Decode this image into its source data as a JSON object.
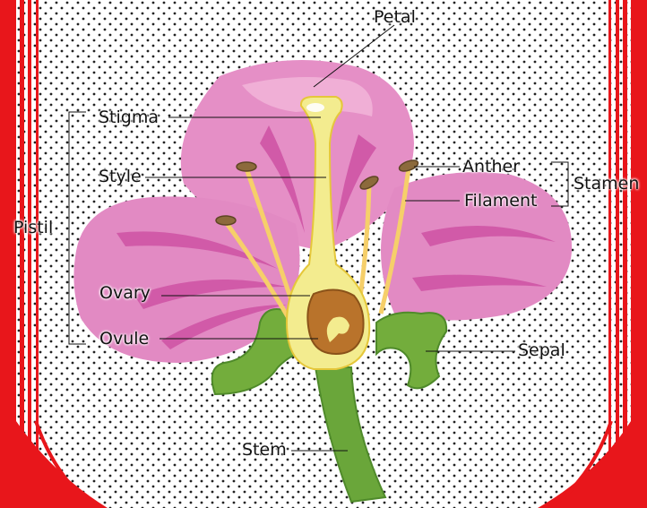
{
  "diagram": {
    "labels": {
      "petal": "Petal",
      "stigma": "Stigma",
      "style": "Style",
      "pistil": "Pistil",
      "ovary": "Ovary",
      "ovule": "Ovule",
      "anther": "Anther",
      "filament": "Filament",
      "stamen": "Stamen",
      "sepal": "Sepal",
      "stem": "Stem"
    },
    "colors": {
      "border_red": "#e8161b",
      "petal_pink": "#e58fc6",
      "petal_dark": "#d15aa8",
      "pistil_yellow": "#f3ec8f",
      "ovule_brown": "#b9732b",
      "sepal_green": "#73ad3c",
      "stem_green": "#6aa63a",
      "anther_brown": "#8c6a3c",
      "filament_yellow": "#f6cf6a"
    }
  }
}
